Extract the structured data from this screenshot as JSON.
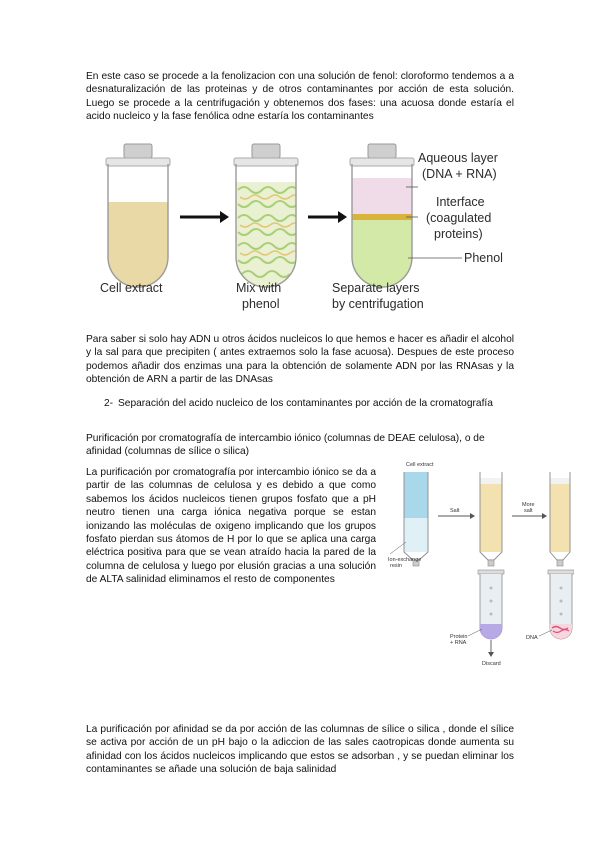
{
  "paragraph_1": "En este caso se procede a la fenolizacion con una solución de fenol: cloroformo tendemos a a desnaturalización de las proteinas y de otros contaminantes por acción de esta solución.  Luego se procede a la centrifugación y obtenemos dos fases: una acuosa donde estaría el acido nucleico y la fase fenólica odne estaría los contaminantes",
  "figure_1": {
    "label_cell_extract": "Cell extract",
    "label_mix_line1": "Mix with",
    "label_mix_line2": "phenol",
    "label_separate_line1": "Separate layers",
    "label_separate_line2": "by centrifugation",
    "label_aqueous_line1": "Aqueous layer",
    "label_aqueous_line2": "(DNA + RNA)",
    "label_interface_line1": "Interface",
    "label_interface_line2": "(coagulated",
    "label_interface_line3": "proteins)",
    "label_phenol": "Phenol",
    "colors": {
      "extract": "#e8d9a6",
      "aqueous": "#f0dbe8",
      "interface": "#d9b43c",
      "phenol": "#d2e9a7",
      "cap": "#cfcfcf"
    }
  },
  "paragraph_2": "Para saber si solo hay ADN u otros ácidos nucleicos lo que hemos e hacer es añadir el alcohol y la sal para que precipiten ( antes extraemos solo la fase acuosa). Despues de este proceso podemos añadir dos enzimas una para la obtención de solamente ADN por las RNAsas y la obtención de ARN a partir de las DNAsas",
  "list_item": {
    "number": "2-",
    "text": "Separación del acido nucleico de los contaminantes por acción de la cromatografía"
  },
  "paragraph_3": "Purificación por cromatografía de intercambio iónico (columnas de DEAE celulosa), o de afinidad (columnas de sílice o silica)",
  "paragraph_4": "La purificación por cromatografía por intercambio iónico  se da a partir de las columnas de celulosa y es debido a que como sabemos los ácidos nucleicos tienen grupos fosfato que a pH neutro tienen una carga iónica negativa porque se estan ionizando las moléculas de oxigeno implicando que los grupos fosfato pierdan sus átomos de H por lo que se aplica una carga eléctrica positiva para que se vean atraído hacia la pared de la columna de celulosa y luego por elusión gracias a una solución de ALTA salinidad eliminamos el resto de componentes",
  "figure_2": {
    "label_cell_extract": "Cell extract",
    "label_salt": "Salt",
    "label_more_line1": "More",
    "label_more_line2": "salt",
    "label_resin_line1": "Ion-exchange",
    "label_resin_line2": "resin",
    "label_protein_line1": "Protein",
    "label_protein_line2": "+ RNA",
    "label_dna": "DNA",
    "label_discard": "Discard",
    "colors": {
      "extract": "#a9d8ea",
      "resin": "#f3e1b0",
      "protein": "#b7a8e6",
      "dna": "#d8507a",
      "glass": "#e9eef2"
    }
  },
  "paragraph_5": "La purificación por afinidad se da por acción de las columnas de sílice o silica , donde el sílice se activa por acción de un pH bajo o la adiccion de las sales caotropicas donde aumenta su afinidad con los ácidos nucleicos implicando que estos se adsorban , y se puedan eliminar los contaminantes se añade una solución de baja salinidad"
}
